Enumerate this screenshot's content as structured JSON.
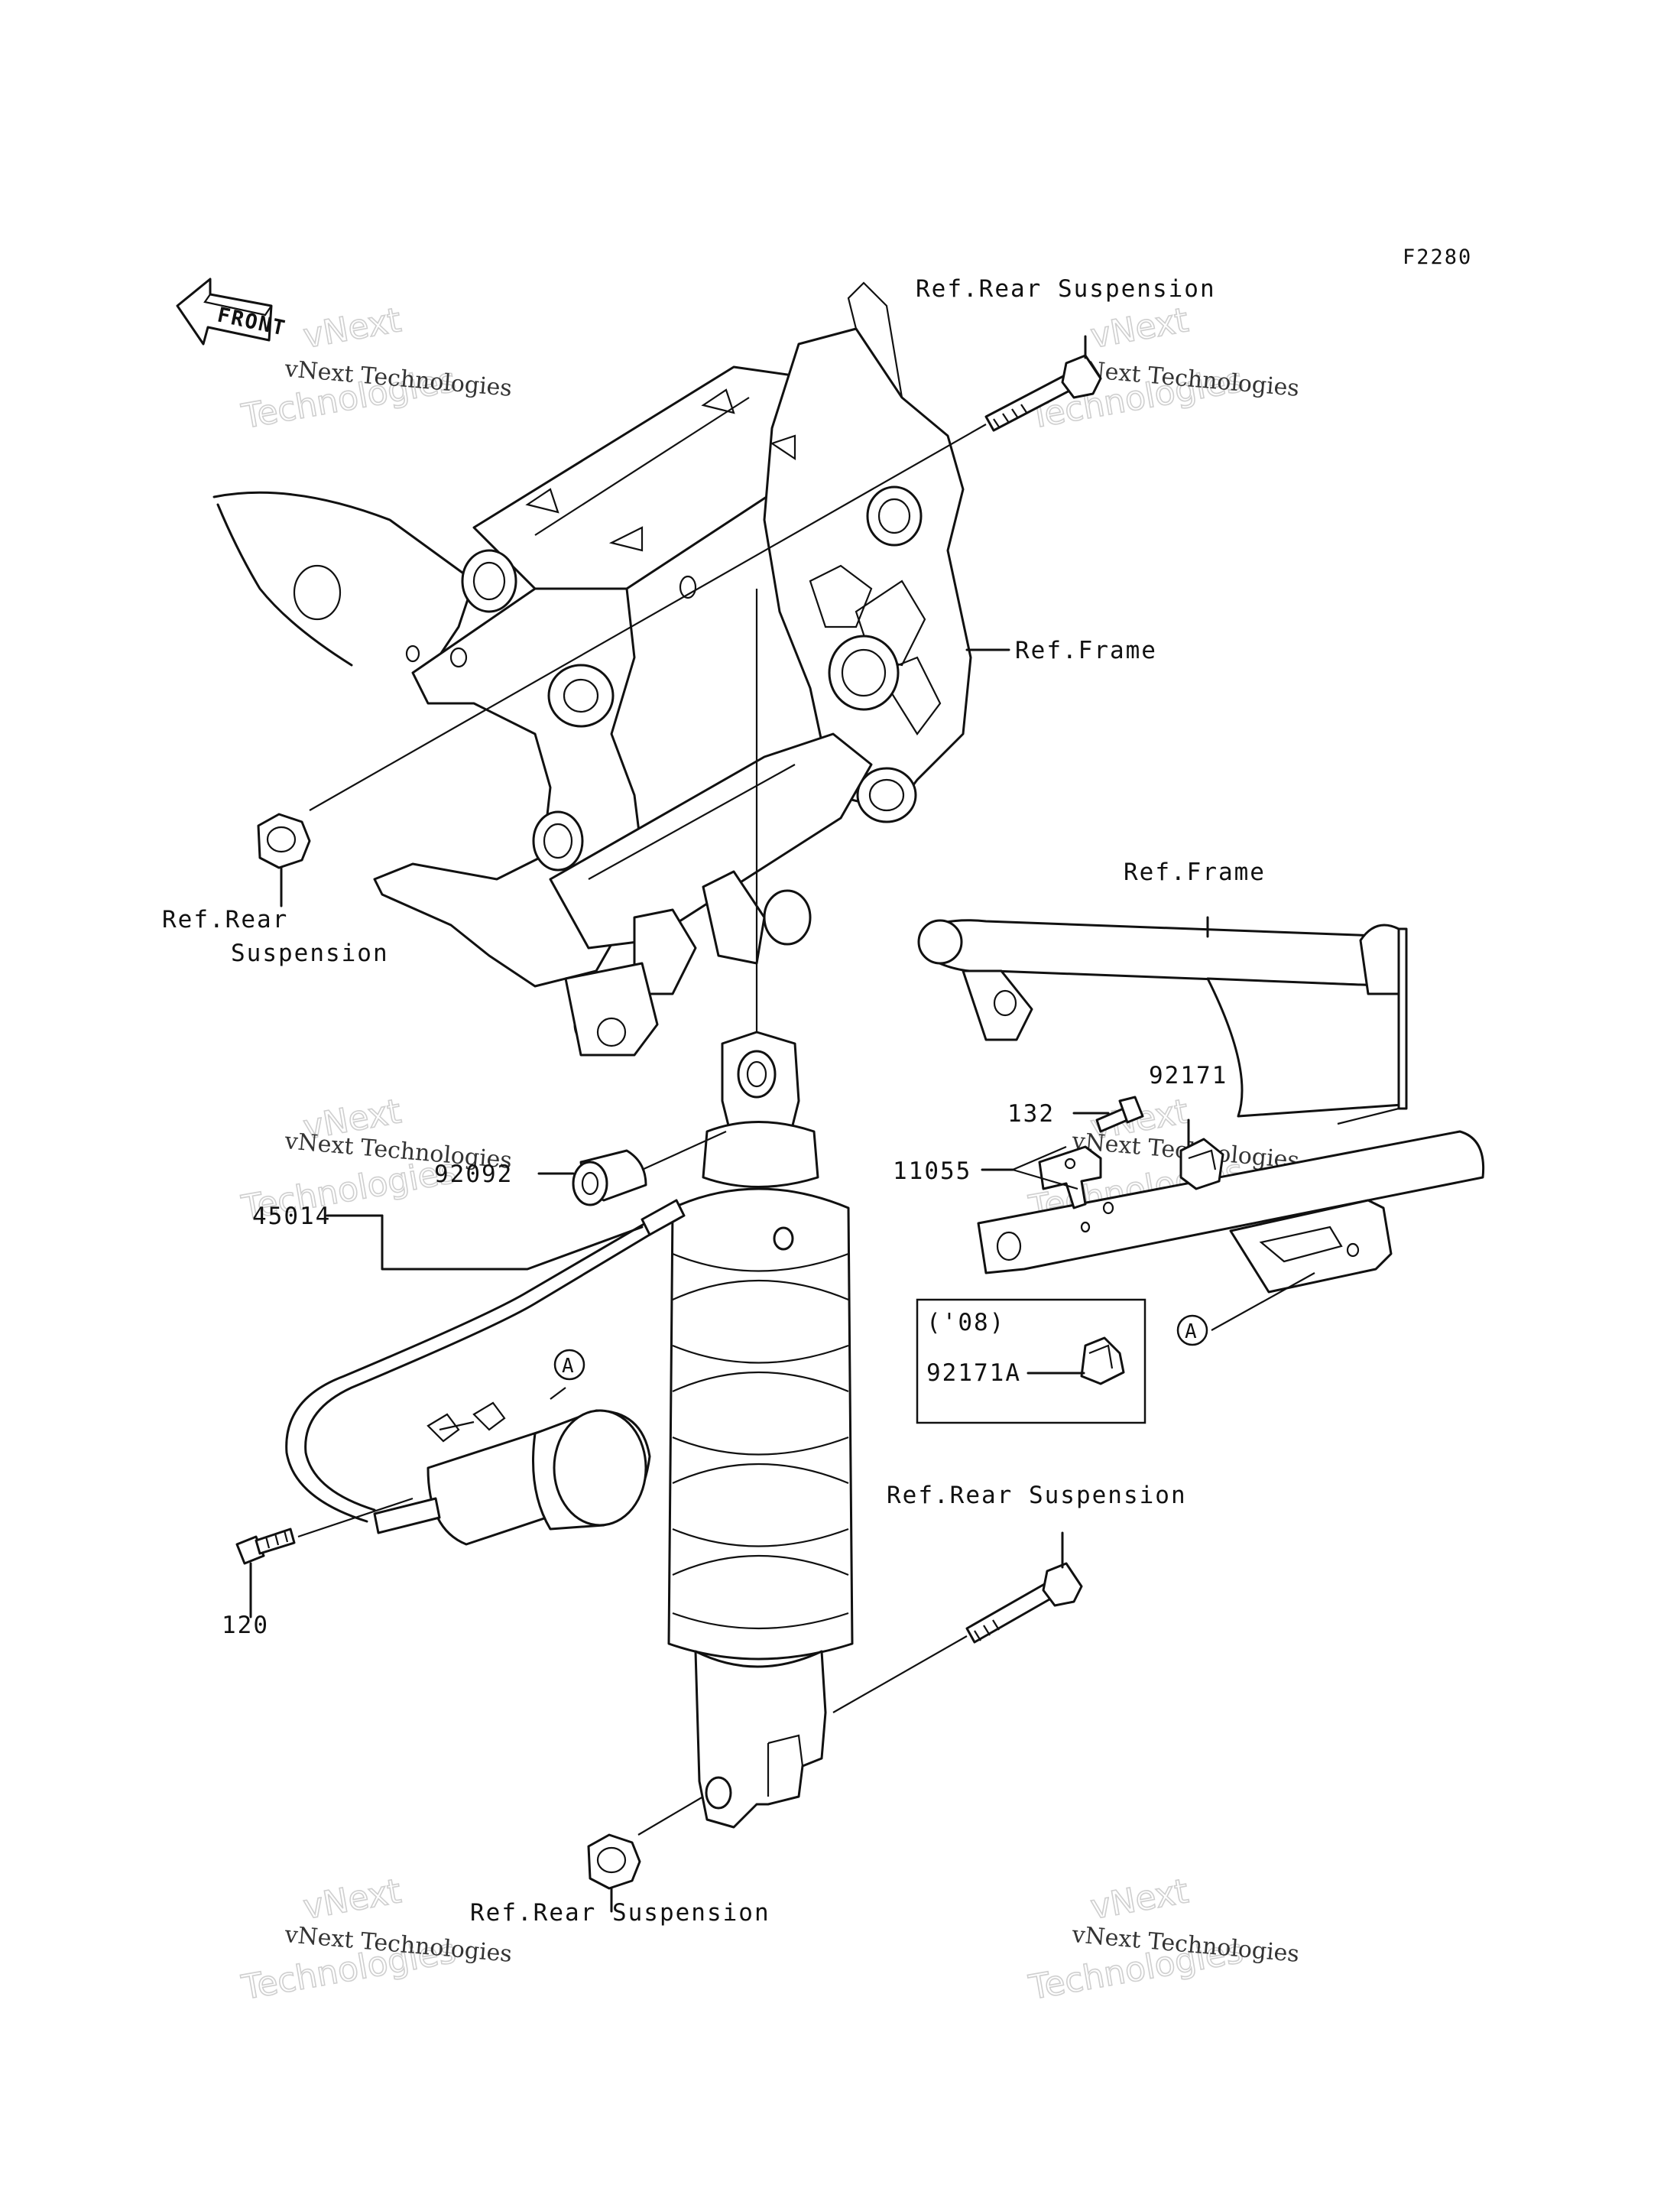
{
  "figure_code": "F2280",
  "front_label": "FRONT",
  "labels": {
    "ref_rear_suspension_top": "Ref.Rear Suspension",
    "ref_frame_upper": "Ref.Frame",
    "ref_rear_left_line1": "Ref.Rear",
    "ref_rear_left_line2": "Suspension",
    "ref_frame_right": "Ref.Frame",
    "ref_rear_suspension_mid": "Ref.Rear Suspension",
    "ref_rear_suspension_bottom": "Ref.Rear Suspension"
  },
  "parts": {
    "p132": "132",
    "p92171": "92171",
    "p11055": "11055",
    "p92092": "92092",
    "p45014": "45014",
    "p120": "120",
    "p92171A": "92171A"
  },
  "inset": {
    "year": "('08)"
  },
  "callouts": {
    "a1": "A",
    "a2": "A"
  },
  "watermark": {
    "line1": "vNext",
    "line2": "Technologies",
    "caption": "vNext Technologies"
  }
}
